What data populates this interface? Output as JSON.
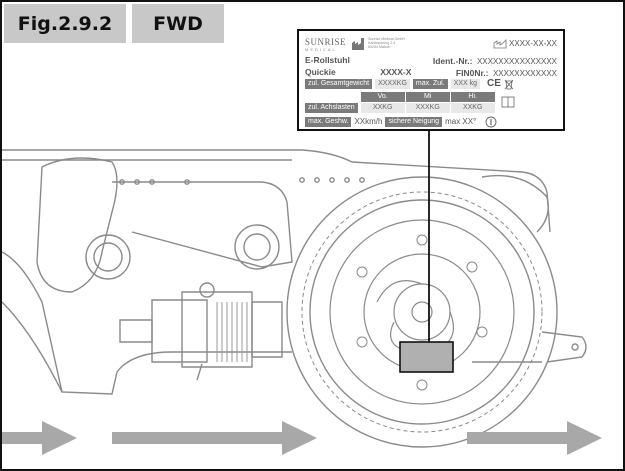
{
  "figure": {
    "number": "Fig.2.9.2",
    "title": "FWD"
  },
  "label": {
    "brand": "SUNRISE",
    "brand_sub": "MEDICAL",
    "address": [
      "Sunrise Medical GmbH",
      "Kahlbachring 2-4",
      "69254 Malsch"
    ],
    "date_value": "XXXX-XX-XX",
    "product_type": "E-Rollstuhl",
    "ident_label": "Ident.-Nr.:",
    "ident_value": "XXXXXXXXXXXXXXX",
    "model": "Quickie",
    "model_code": "XXXX-X",
    "fin_label": "FIN0Nr.:",
    "fin_value": "XXXXXXXXXXXX",
    "gross_weight_label": "zul. Gesamtgewicht",
    "gross_weight_value": "XXXXKG",
    "max_load_label": "max. Zul.",
    "max_load_value": "XXX kg",
    "axle_label": "zul. Achslasten",
    "axle_columns": [
      "Vo.",
      "Mi",
      "Hi."
    ],
    "axle_values": [
      "XXKG",
      "XXXKG",
      "XXKG"
    ],
    "speed_label": "max. Geshw.",
    "speed_value": "XXkm/h",
    "incline_label": "sichere Neigung",
    "incline_value": "max XX°",
    "ce_mark": "CE"
  },
  "colors": {
    "frame": "#111111",
    "header_bg": "#c8c8c8",
    "drawing_line": "#8a8a8a",
    "arrow": "#a8a8a8",
    "highlight": "#b0b0b0"
  }
}
